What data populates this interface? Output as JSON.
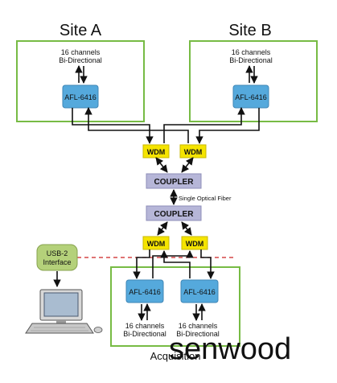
{
  "site_a": {
    "title": "Site A",
    "channels_line1": "16 channels",
    "channels_line2": "Bi-Directional",
    "device": "AFL-6416"
  },
  "site_b": {
    "title": "Site B",
    "channels_line1": "16 channels",
    "channels_line2": "Bi-Directional",
    "device": "AFL-6416"
  },
  "wdm_label": "WDM",
  "coupler_top": "COUPLER",
  "coupler_bottom": "COUPLER",
  "fiber_label": "Single Optical Fiber",
  "usb": {
    "line1": "USB-2",
    "line2": "Interface"
  },
  "acquisition": {
    "title": "Acquisition",
    "device_left": "AFL-6416",
    "device_right": "AFL-6416",
    "left_line1": "16 channels",
    "left_line2": "Bi-Directional",
    "right_line1": "16 channels",
    "right_line2": "Bi-Directional"
  },
  "watermark": "senwood",
  "colors": {
    "site_border": "#77bb44",
    "device_fill": "#55a9dc",
    "wdm_fill": "#f5e400",
    "coupler_fill": "#b6b6d8",
    "usb_fill": "#b4d17a",
    "dashed_line": "#cc2222"
  }
}
